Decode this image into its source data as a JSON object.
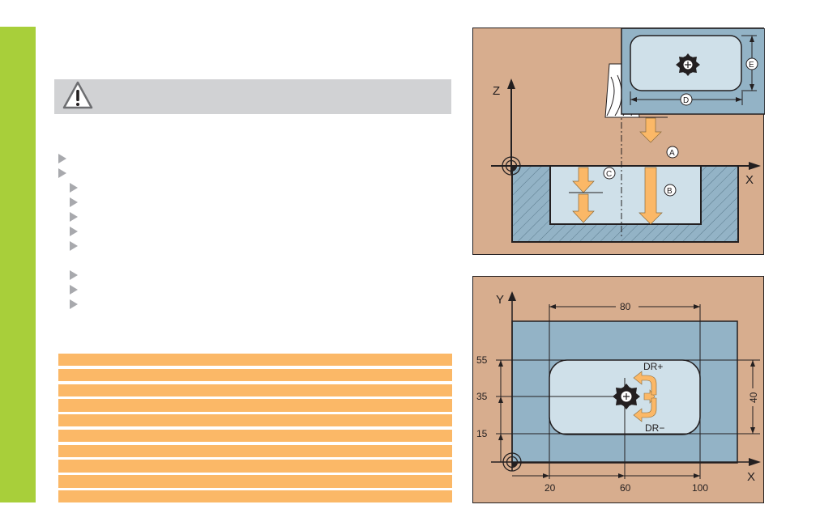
{
  "page": {
    "accent_color": "#a8cf3a",
    "warning_bar_color": "#d1d2d4",
    "table_row_color": "#fbb867"
  },
  "warning": {
    "icon": "warning-triangle-icon",
    "text": ""
  },
  "bullets": [
    {
      "level": 1,
      "text": ""
    },
    {
      "level": 1,
      "text": ""
    },
    {
      "level": 2,
      "text": ""
    },
    {
      "level": 2,
      "text": ""
    },
    {
      "level": 2,
      "text": ""
    },
    {
      "level": 2,
      "text": ""
    },
    {
      "level": 2,
      "text": ""
    },
    {
      "level": 2,
      "text": ""
    },
    {
      "level": 2,
      "text": ""
    },
    {
      "level": 2,
      "text": ""
    }
  ],
  "table": {
    "rows": [
      "",
      "",
      "",
      "",
      "",
      "",
      "",
      "",
      "",
      ""
    ]
  },
  "diagram_side": {
    "axis_z": "Z",
    "axis_x": "X",
    "callouts": [
      "A",
      "B",
      "C",
      "D",
      "E"
    ]
  },
  "diagram_top": {
    "axis_y": "Y",
    "axis_x": "X",
    "width_label": "80",
    "height_label": "40",
    "y_ticks": [
      "55",
      "35",
      "15"
    ],
    "x_ticks": [
      "20",
      "60",
      "100"
    ],
    "dr_plus": "DR+",
    "dr_minus": "DR−"
  }
}
